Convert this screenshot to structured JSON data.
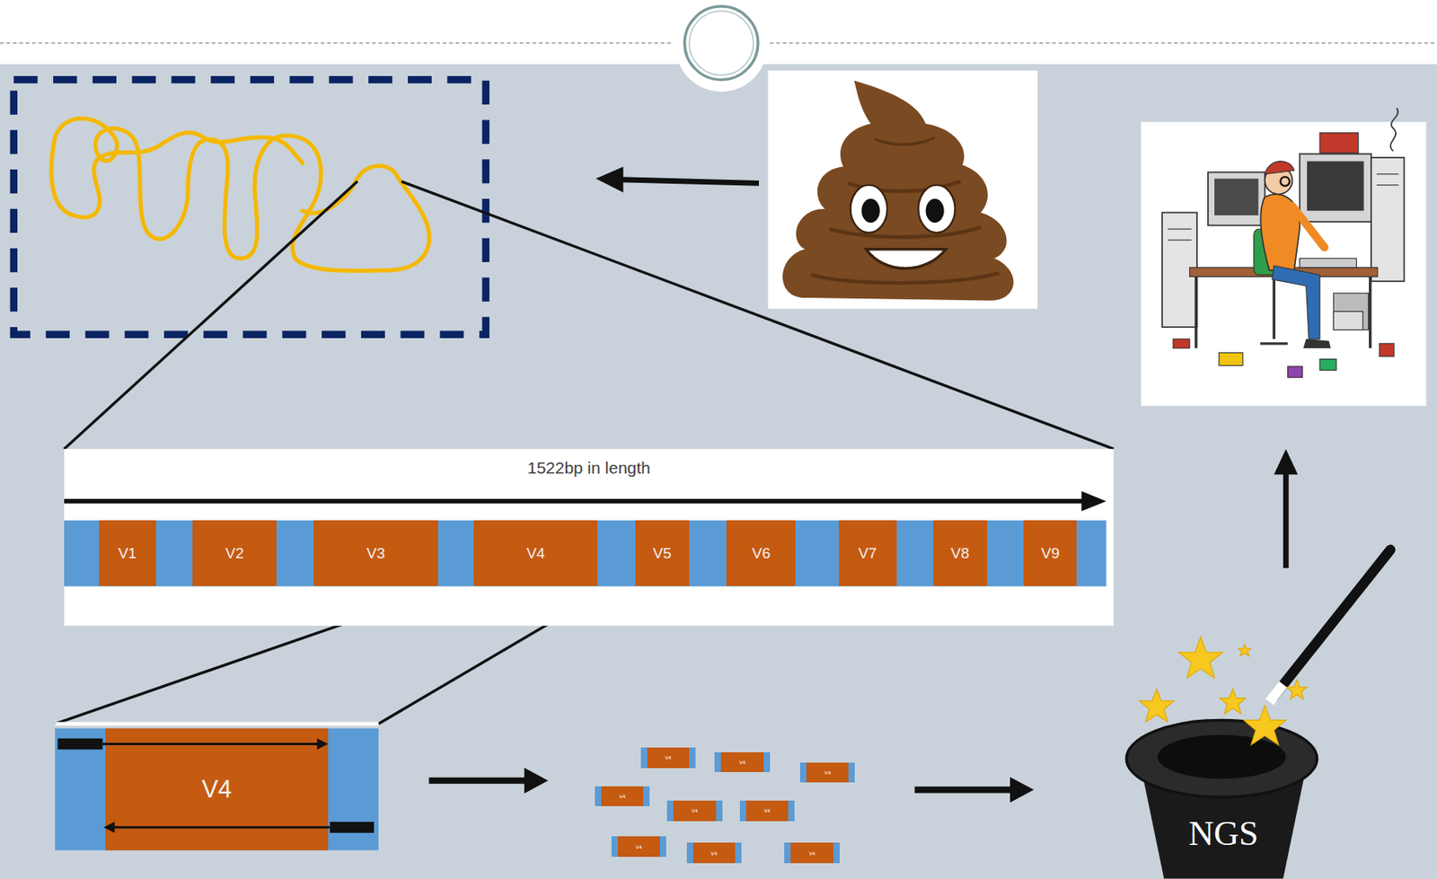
{
  "diagram": {
    "nodes": [
      {
        "text": [
          "1522bp in length"
        ]
      },
      {
        "text": [
          "V1"
        ],
        "in": 0
      },
      {
        "text": [
          "V2"
        ],
        "in": 0
      },
      {
        "text": [
          "V3"
        ],
        "in": 0
      },
      {
        "text": [
          "V4"
        ],
        "in": 0
      },
      {
        "text": [
          "V5"
        ],
        "in": 0
      },
      {
        "text": [
          "V6"
        ],
        "in": 0
      },
      {
        "text": [
          "V7"
        ],
        "in": 0
      },
      {
        "text": [
          "V8"
        ],
        "in": 0
      },
      {
        "text": [
          "V9"
        ],
        "in": 0
      },
      {
        "text": [
          "V4"
        ]
      },
      {
        "text": [
          "V4"
        ]
      },
      {
        "text": [
          "V4"
        ]
      },
      {
        "text": [
          "V4"
        ]
      },
      {
        "text": [
          "V4"
        ]
      },
      {
        "text": [
          "V4"
        ]
      },
      {
        "text": [
          "V4"
        ]
      },
      {
        "text": [
          "V4"
        ]
      },
      {
        "text": [
          "V4"
        ]
      },
      {
        "text": [
          "V4"
        ]
      },
      {
        "text": [
          "NGS"
        ]
      }
    ]
  }
}
